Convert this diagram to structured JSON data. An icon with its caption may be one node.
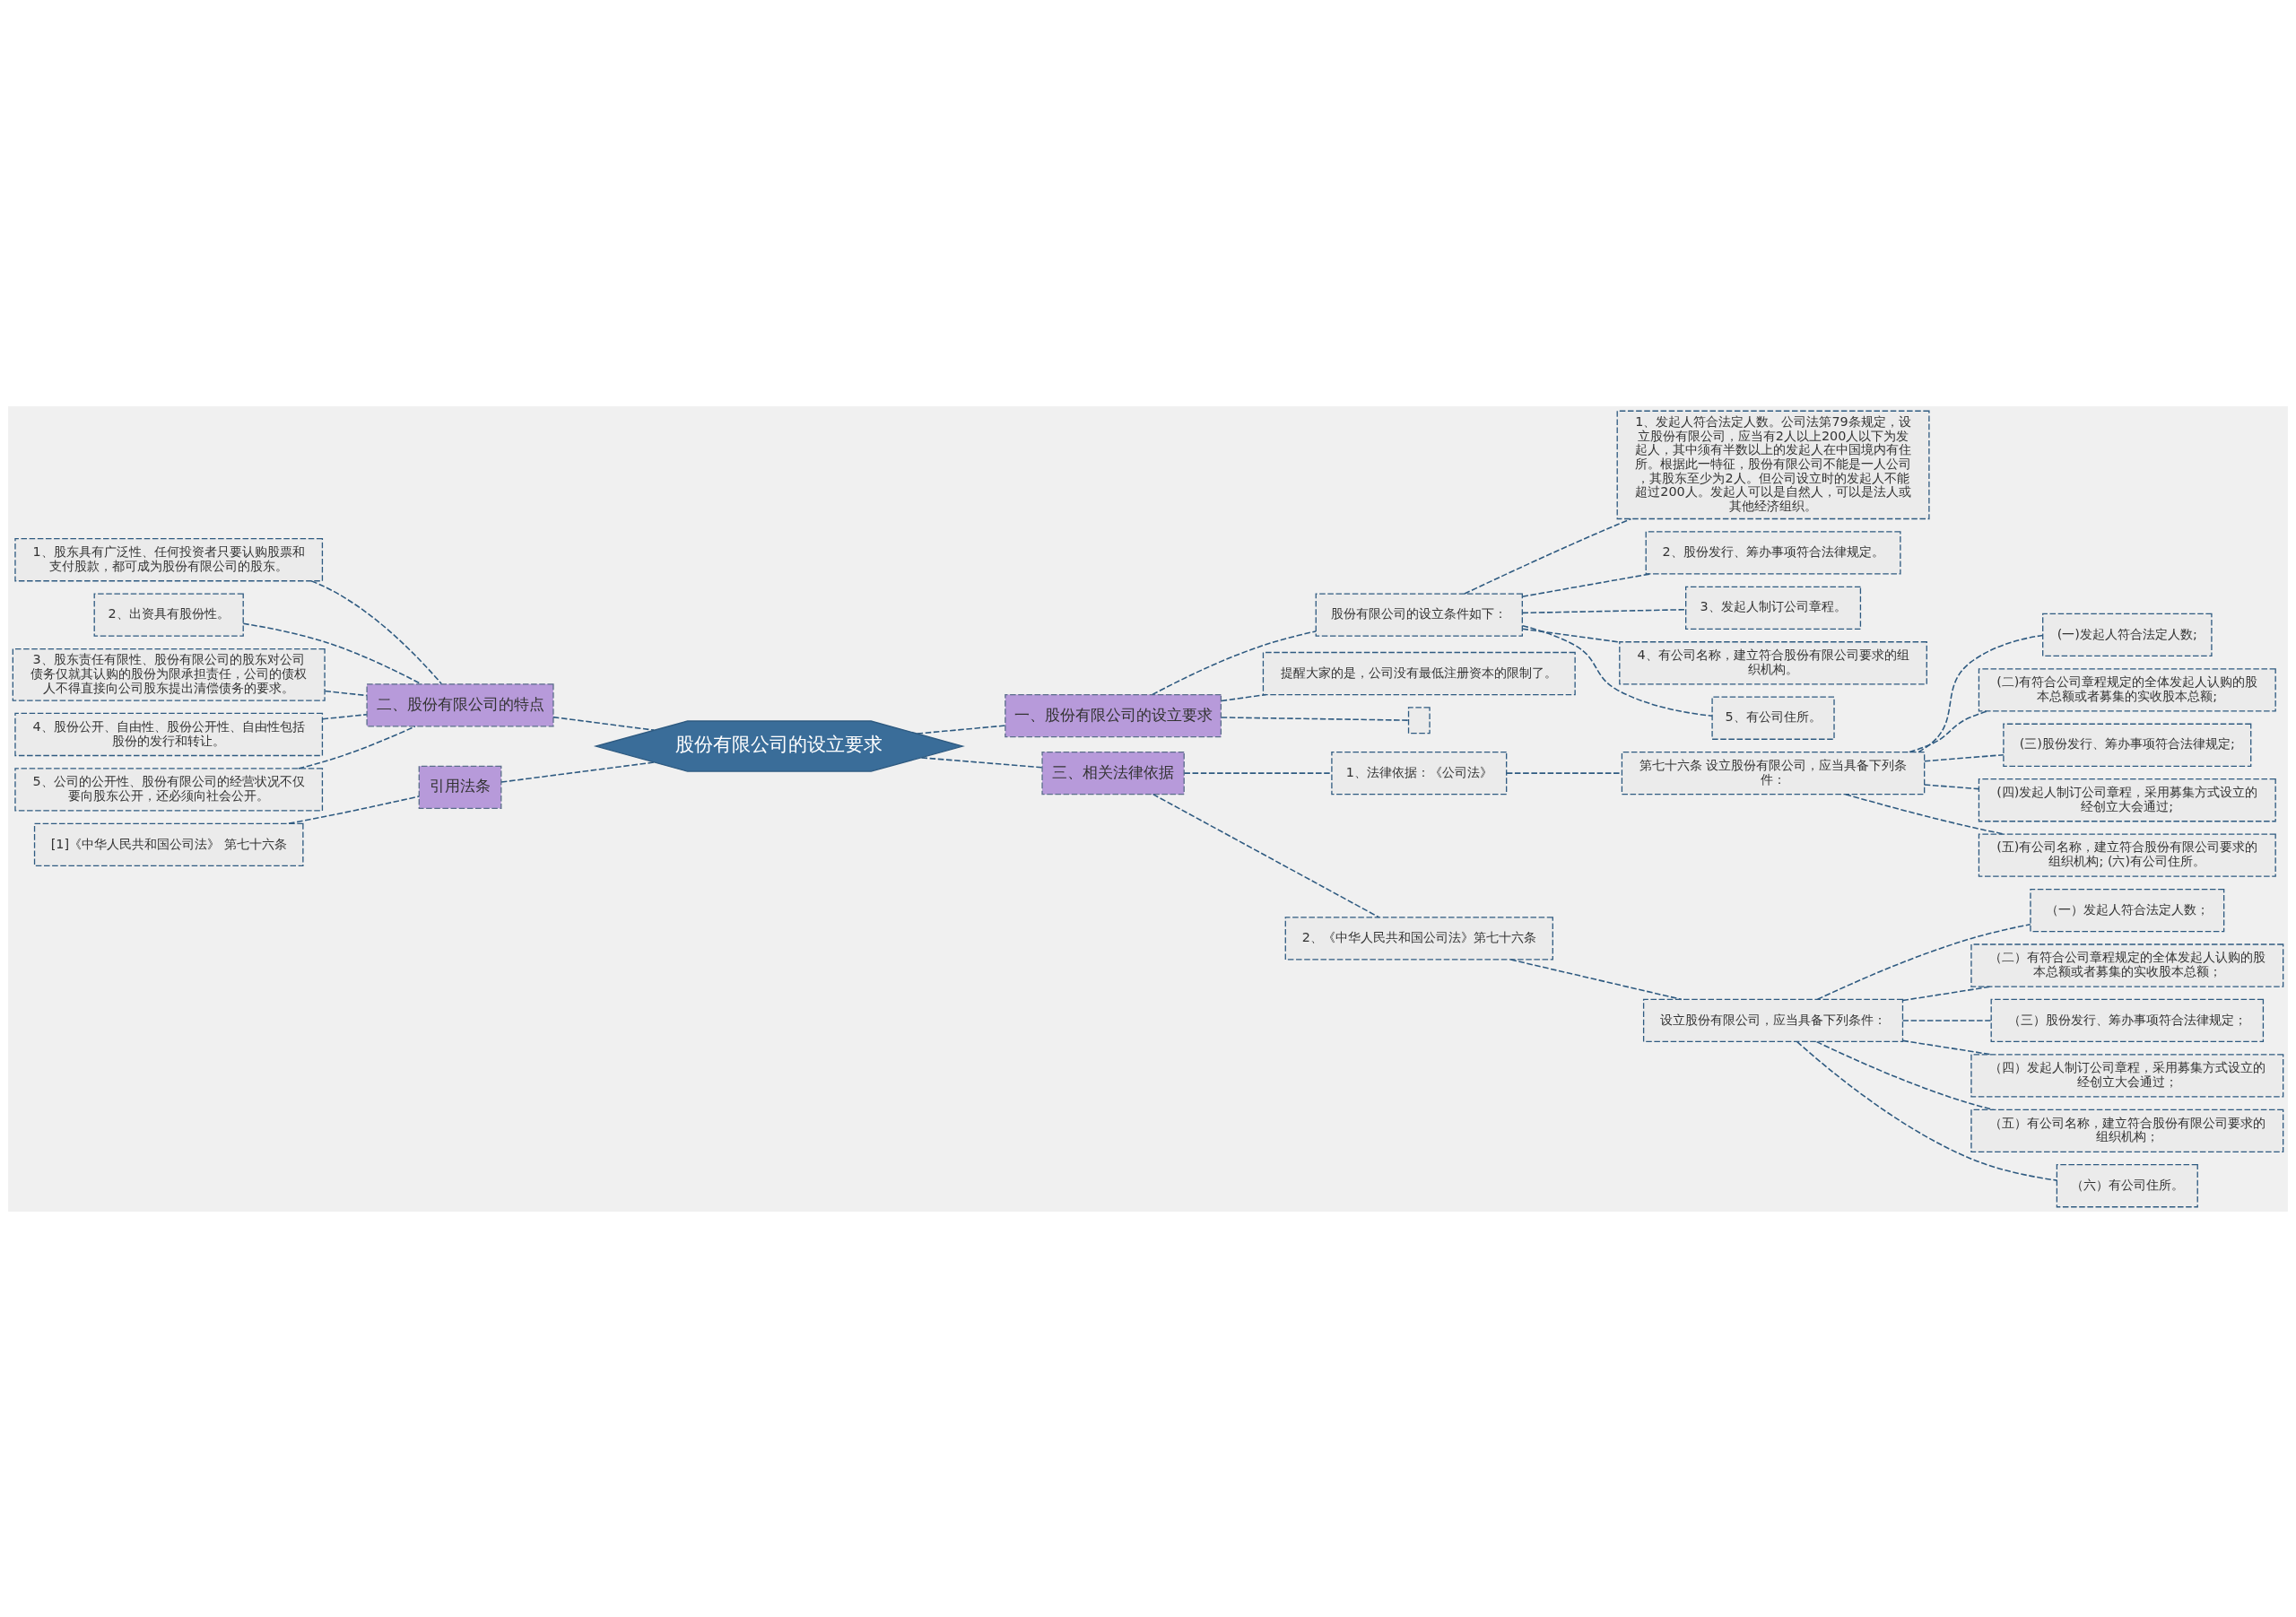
{
  "diagram": {
    "nodes": [
      {
        "text": [
          "股份有限公司的设立要求"
        ]
      },
      {
        "text": [
          "一、股份有限公司的设立要求"
        ]
      },
      {
        "text": [
          "股份有限公司的设立条件如下："
        ]
      },
      {
        "text": [
          "1、发起人符合法定人数。公司法第79条规定，设立股份有限公司，应当有2人以上200人以下为发起人，其中须有半数以上的发起人在中国境内有住所。根据此一特征，股份有限公司不能是一人公司，其股东至少为2人。但公司设立时的发起人不能超过200人。发起人可以是自然人，可以是法人或其他经济组织。"
        ]
      },
      {
        "text": [
          "2、股份发行、筹办事项符合法律规定。"
        ]
      },
      {
        "text": [
          "3、发起人制订公司章程。"
        ]
      },
      {
        "text": [
          "4、有公司名称，建立符合股份有限公司要求的组织机构。"
        ]
      },
      {
        "text": [
          "5、有公司住所。"
        ]
      },
      {
        "text": [
          "提醒大家的是，公司没有最低注册资本的限制了。"
        ]
      },
      {
        "text": [],
        "shape": "box"
      },
      {
        "text": [
          "二、股份有限公司的特点"
        ]
      },
      {
        "text": [
          "1、股东具有广泛性、任何投资者只要认购股票和支付股款，都可成为股份有限公司的股东。"
        ]
      },
      {
        "text": [
          "2、出资具有股份性。"
        ]
      },
      {
        "text": [
          "3、股东责任有限性、股份有限公司的股东对公司债务仅就其认购的股份为限承担责任，公司的债权人不得直接向公司股东提出清偿债务的要求。"
        ]
      },
      {
        "text": [
          "4、股份公开、自由性、股份公开性、自由性包括股份的发行和转让。"
        ]
      },
      {
        "text": [
          "5、公司的公开性、股份有限公司的经营状况不仅要向股东公开，还必须向社会公开。"
        ]
      },
      {
        "text": [
          "引用法条"
        ]
      },
      {
        "text": [
          "[1]《中华人民共和国公司法》 第七十六条"
        ]
      },
      {
        "text": [
          "三、相关法律依据"
        ]
      },
      {
        "text": [
          "1、法律依据：《公司法》"
        ]
      },
      {
        "text": [
          "第七十六条 设立股份有限公司，应当具备下列条件："
        ]
      },
      {
        "text": [
          "(一)发起人符合法定人数;"
        ]
      },
      {
        "text": [
          "(二)有符合公司章程规定的全体发起人认购的股本总额或者募集的实收股本总额;"
        ]
      },
      {
        "text": [
          "(三)股份发行、筹办事项符合法律规定;"
        ]
      },
      {
        "text": [
          "(四)发起人制订公司章程，采用募集方式设立的经创立大会通过;"
        ]
      },
      {
        "text": [
          "(五)有公司名称，建立符合股份有限公司要求的组织机构; (六)有公司住所。"
        ]
      },
      {
        "text": [
          "2、《中华人民共和国公司法》第七十六条"
        ]
      },
      {
        "text": [
          "设立股份有限公司，应当具备下列条件："
        ]
      },
      {
        "text": [
          "（一）发起人符合法定人数；"
        ]
      },
      {
        "text": [
          "（二）有符合公司章程规定的全体发起人认购的股本总额或者募集的实收股本总额；"
        ]
      },
      {
        "text": [
          "（三）股份发行、筹办事项符合法律规定；"
        ]
      },
      {
        "text": [
          "（四）发起人制订公司章程，采用募集方式设立的经创立大会通过；"
        ]
      },
      {
        "text": [
          "（五）有公司名称，建立符合股份有限公司要求的组织机构；"
        ]
      },
      {
        "text": [
          "（六）有公司住所。"
        ]
      }
    ],
    "edges": [
      {
        "from": 0,
        "to": 1,
        "arrow": "none"
      },
      {
        "from": 1,
        "to": 2,
        "arrow": "none"
      },
      {
        "from": 2,
        "to": 3,
        "arrow": "none"
      },
      {
        "from": 2,
        "to": 4,
        "arrow": "none"
      },
      {
        "from": 2,
        "to": 5,
        "arrow": "none"
      },
      {
        "from": 2,
        "to": 6,
        "arrow": "none"
      },
      {
        "from": 2,
        "to": 7,
        "arrow": "none"
      },
      {
        "from": 1,
        "to": 8,
        "arrow": "none"
      },
      {
        "from": 1,
        "to": 9,
        "arrow": "none"
      },
      {
        "from": 0,
        "to": 10,
        "arrow": "none"
      },
      {
        "from": 10,
        "to": 11,
        "arrow": "none"
      },
      {
        "from": 10,
        "to": 12,
        "arrow": "none"
      },
      {
        "from": 10,
        "to": 13,
        "arrow": "none"
      },
      {
        "from": 10,
        "to": 14,
        "arrow": "none"
      },
      {
        "from": 10,
        "to": 15,
        "arrow": "none"
      },
      {
        "from": 0,
        "to": 16,
        "arrow": "none"
      },
      {
        "from": 16,
        "to": 17,
        "arrow": "none"
      },
      {
        "from": 0,
        "to": 18,
        "arrow": "none"
      },
      {
        "from": 18,
        "to": 19,
        "arrow": "none"
      },
      {
        "from": 19,
        "to": 20,
        "arrow": "none"
      },
      {
        "from": 20,
        "to": 21,
        "arrow": "none"
      },
      {
        "from": 20,
        "to": 22,
        "arrow": "none"
      },
      {
        "from": 20,
        "to": 23,
        "arrow": "none"
      },
      {
        "from": 20,
        "to": 24,
        "arrow": "none"
      },
      {
        "from": 20,
        "to": 25,
        "arrow": "none"
      },
      {
        "from": 18,
        "to": 26,
        "arrow": "none"
      },
      {
        "from": 26,
        "to": 27,
        "arrow": "none"
      },
      {
        "from": 27,
        "to": 28,
        "arrow": "none"
      },
      {
        "from": 27,
        "to": 29,
        "arrow": "none"
      },
      {
        "from": 27,
        "to": 30,
        "arrow": "none"
      },
      {
        "from": 27,
        "to": 31,
        "arrow": "none"
      },
      {
        "from": 27,
        "to": 32,
        "arrow": "none"
      },
      {
        "from": 27,
        "to": 33,
        "arrow": "none"
      }
    ]
  }
}
